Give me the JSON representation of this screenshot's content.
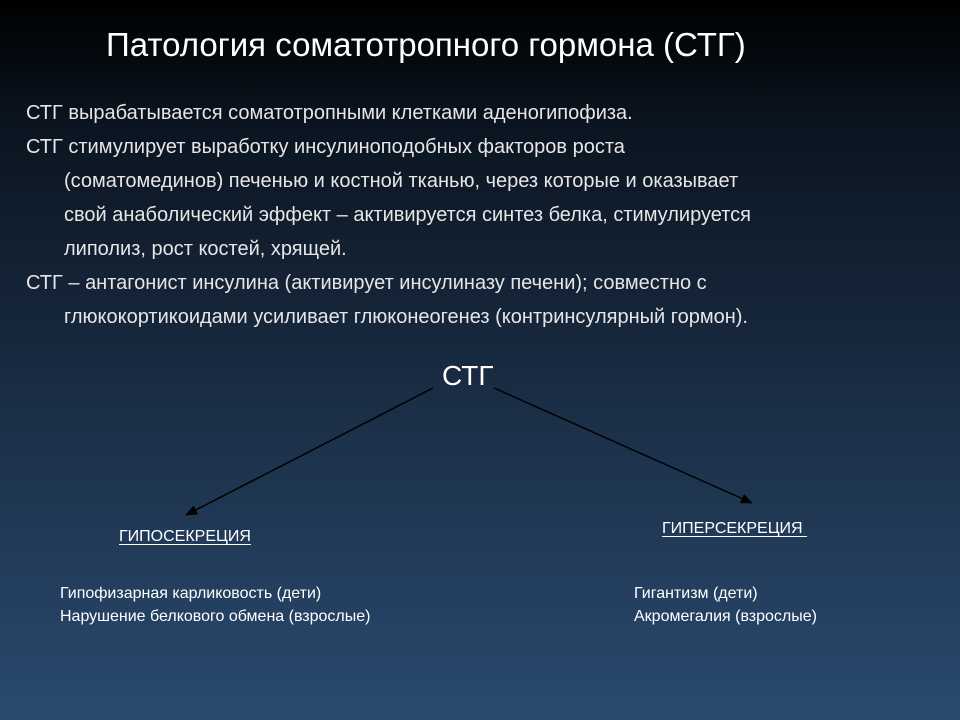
{
  "slide": {
    "title": "Патология соматотропного гормона (СТГ)"
  },
  "bullets": [
    {
      "lines": [
        "СТГ вырабатывается соматотропными клетками аденогипофиза."
      ]
    },
    {
      "lines": [
        "СТГ стимулирует выработку инсулиноподобных факторов роста",
        "(соматомединов) печенью и костной тканью, через которые и оказывает",
        "свой анаболический эффект – активируется синтез белка, стимулируется",
        "липолиз, рост костей, хрящей."
      ]
    },
    {
      "lines": [
        "СТГ – антагонист инсулина (активирует инсулиназу печени); совместно с",
        "глюкокортикоидами усиливает глюконеогенез (контринсулярный гормон)."
      ]
    }
  ],
  "diagram": {
    "root": "СТГ",
    "left": {
      "label": "ГИПОСЕКРЕЦИЯ",
      "items": [
        "Гипофизарная карликовость (дети)",
        "Нарушение белкового обмена (взрослые)"
      ]
    },
    "right": {
      "label": "ГИПЕРСЕКРЕЦИЯ ",
      "items": [
        "Гигантизм (дети)",
        "Акромегалия (взрослые)"
      ]
    }
  },
  "colors": {
    "background_top": "#000000",
    "background_bottom": "#2a4a70",
    "text": "#ffffff",
    "arrow": "#000000"
  }
}
